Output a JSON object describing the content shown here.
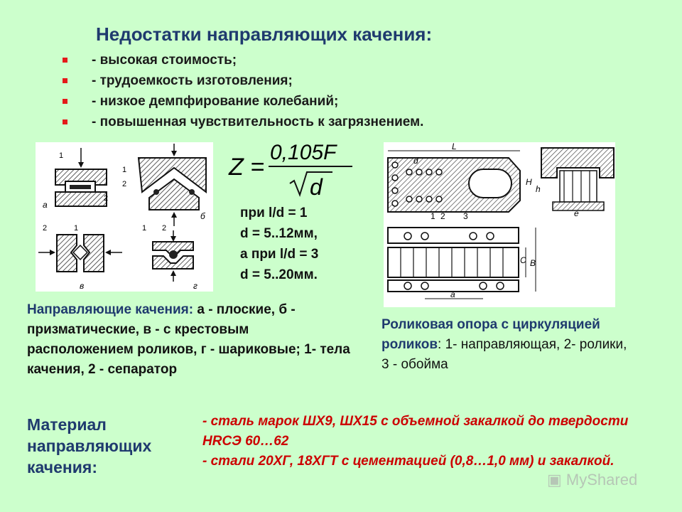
{
  "title": "Недостатки направляющих качения:",
  "bullets": [
    "- высокая стоимость;",
    "- трудоемкость изготовления;",
    "- низкое демпфирование колебаний;",
    "- повышенная чувствительность к загрязнением."
  ],
  "formula": {
    "lhs": "Z =",
    "numerator": "0,105F",
    "denominator": "d",
    "conditions": [
      "при l/d = 1",
      "d = 5..12мм,",
      "а при l/d = 3",
      "d = 5..20мм."
    ]
  },
  "figure_left": {
    "labels": {
      "n1": "1",
      "n2": "2",
      "a": "а",
      "b": "б",
      "v": "в",
      "g": "г"
    }
  },
  "figure_right": {
    "labels": {
      "d": "d",
      "L": "L",
      "H": "H",
      "h": "h",
      "e": "e",
      "C": "C",
      "B": "B",
      "a": "a",
      "n1": "1",
      "n2": "2",
      "n3": "3"
    }
  },
  "caption_left": {
    "lead": "Направляющие качения:",
    "text": " а - плоские, б - призматические, в - с крестовым расположением роликов, г - шариковые; 1- тела качения, 2 - сепаратор"
  },
  "caption_right": {
    "lead": "Роликовая опора с циркуляцией роликов",
    "text": ": 1- направляющая, 2- ролики, 3 - обойма"
  },
  "material": {
    "title": "Материал направляющих качения:",
    "lines": [
      "- сталь марок ШХ9, ШХ15 с объемной закалкой до твердости HRCЭ 60…62",
      "- стали 20ХГ, 18ХГТ с цементацией (0,8…1,0 мм) и закалкой."
    ]
  },
  "watermark": "MyShared",
  "colors": {
    "background": "#ccffcc",
    "heading": "#1f3a6e",
    "bullet": "#e41a1a",
    "material_text": "#cc0000"
  }
}
